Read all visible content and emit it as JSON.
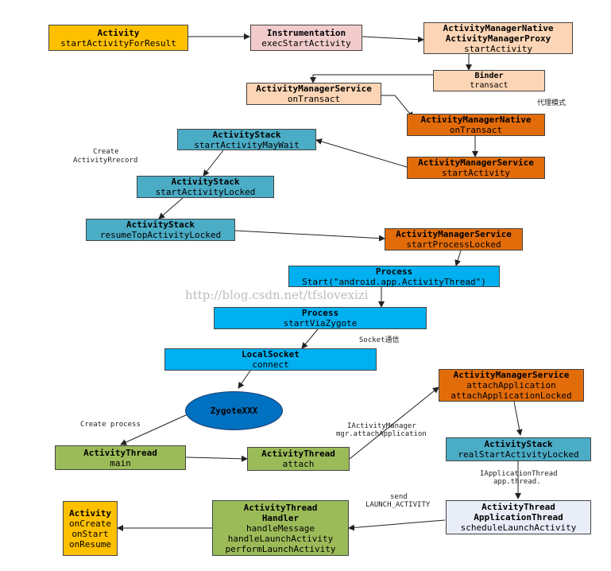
{
  "nodes": {
    "activity_start": {
      "title": "Activity",
      "lines": [
        "startActivityForResult"
      ]
    },
    "instrumentation": {
      "title": "Instrumentation",
      "lines": [
        "execStartActivity"
      ]
    },
    "amn_proxy": {
      "title": "ActivityManagerNative",
      "lines": [
        "ActivityManagerProxy",
        "startActivity"
      ]
    },
    "binder": {
      "title": "Binder",
      "lines": [
        "transact"
      ]
    },
    "ams_ontransact": {
      "title": "ActivityManagerService",
      "lines": [
        "onTransact"
      ]
    },
    "amn_ontransact": {
      "title": "ActivityManagerNative",
      "lines": [
        "onTransact"
      ]
    },
    "ams_startactivity": {
      "title": "ActivityManagerService",
      "lines": [
        "startActivity"
      ]
    },
    "stack_maywait": {
      "title": "ActivityStack",
      "lines": [
        "startActivityMayWait"
      ]
    },
    "stack_locked": {
      "title": "ActivityStack",
      "lines": [
        "startActivityLocked"
      ]
    },
    "stack_resume": {
      "title": "ActivityStack",
      "lines": [
        "resumeTopActivityLocked"
      ]
    },
    "ams_startprocess": {
      "title": "ActivityManagerService",
      "lines": [
        "startProcessLocked"
      ]
    },
    "process_start": {
      "title": "Process",
      "lines": [
        "Start(\"android.app.ActivityThread\")"
      ]
    },
    "process_zygote": {
      "title": "Process",
      "lines": [
        "startViaZygote"
      ]
    },
    "localsocket": {
      "title": "LocalSocket",
      "lines": [
        "connect"
      ]
    },
    "zygote": {
      "title": "ZygoteXXX",
      "lines": []
    },
    "thread_main": {
      "title": "ActivityThread",
      "lines": [
        "main"
      ]
    },
    "thread_attach": {
      "title": "ActivityThread",
      "lines": [
        "attach"
      ]
    },
    "ams_attach": {
      "title": "ActivityManagerService",
      "lines": [
        "attachApplication",
        "attachApplicationLocked"
      ]
    },
    "stack_realstart": {
      "title": "ActivityStack",
      "lines": [
        "realStartActivityLocked"
      ]
    },
    "appthread": {
      "title": "ActivityThread",
      "lines": [
        "ApplicationThread",
        "scheduleLaunchActivity"
      ]
    },
    "handler": {
      "title": "ActivityThread",
      "lines": [
        "Handler",
        "handleMessage",
        "handleLaunchActivity",
        "performLaunchActivity"
      ]
    },
    "activity_end": {
      "title": "Activity",
      "lines": [
        "onCreate",
        "onStart",
        "onResume"
      ]
    }
  },
  "annotations": {
    "proxy_mode": "代理模式",
    "create_record_1": "Create",
    "create_record_2": "ActivityRrecord",
    "socket": "Socket通信",
    "create_process": "Create process",
    "iam_1": "IActivityManager",
    "iam_2": "mgr.attachApplication",
    "iat_1": "IApplicationThread",
    "iat_2": "app.thread.",
    "send_1": "send",
    "send_2": "LAUNCH_ACTIVITY"
  },
  "watermark": "http://blog.csdn.net/tfslovexizi",
  "colors": {
    "yellow": "#ffc000",
    "pink": "#f2cccc",
    "peach": "#fbd5b5",
    "orange": "#e36c0a",
    "teal": "#4bacc6",
    "blue": "#00b0f0",
    "green": "#9bbb59",
    "pale": "#e9edf7",
    "ellipse": "#0070c0"
  }
}
